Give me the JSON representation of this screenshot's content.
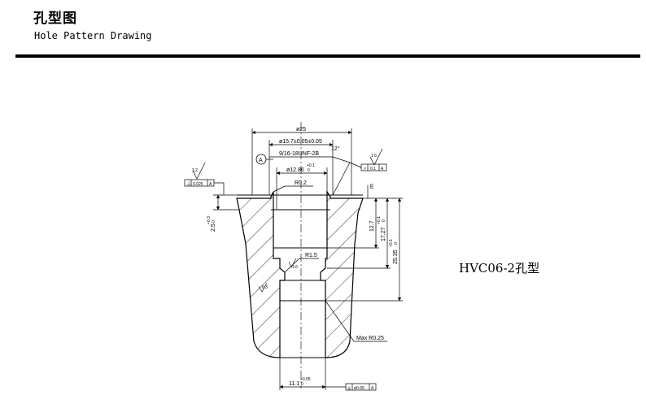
{
  "header": {
    "title": "孔型图",
    "subtitle": "Hole Pattern Drawing"
  },
  "drawing": {
    "label": "HVC06-2孔型",
    "dimensions": {
      "d25": "ø25",
      "d15_7": "ø15.7±0.05±0.05",
      "thread": "9/16-18UNF-2B",
      "d12_86": "ø12.86",
      "d12_86_tol": "+0.1",
      "d12_86_tol_low": "0",
      "r0_2": "R0.2",
      "r1_5": "R1.5",
      "d11_1": "11.1",
      "d11_1_tol": "+0.05",
      "d11_1_tol_low": "0",
      "depth_2_5": "2.5",
      "depth_2_5_tol": "+0.3",
      "depth_2_5_tol_low": "0",
      "depth_12_7": "12.7",
      "depth_17_27": "17.27",
      "depth_17_27_tol": "+0.1",
      "depth_17_27_tol_low": "0",
      "depth_25_35": "25.35",
      "depth_25_35_tol": "+0.1",
      "depth_25_35_tol_low": "0",
      "angle": "12°",
      "max_r": "Max R0.25",
      "m": "m"
    },
    "datum": "A",
    "surface_finish": {
      "top_left": "3.2",
      "top_right": "1.6",
      "r1_5_side": "1.6",
      "lower_left": "6.3"
    },
    "tolerance_frames": {
      "perpendicularity": {
        "symbol": "⊥",
        "value": "0.025",
        "datum": "A"
      },
      "runout": {
        "symbol": "↗",
        "value": "0.1",
        "datum": "A"
      },
      "concentricity": {
        "symbol": "◎",
        "value": "ø0.05",
        "datum": "A"
      }
    }
  }
}
